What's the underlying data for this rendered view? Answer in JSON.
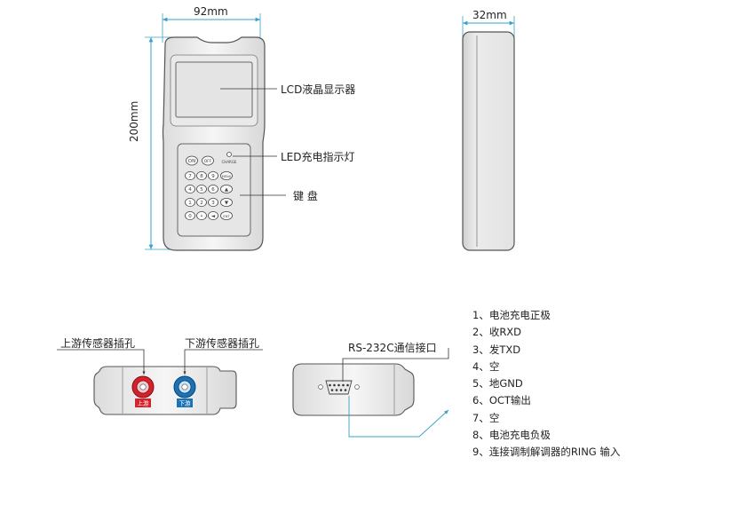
{
  "front_view": {
    "width_label": "92mm",
    "height_label": "200mm",
    "callouts": {
      "lcd": "LCD液晶显示器",
      "led": "LED充电指示灯",
      "keyboard": "键 盘"
    },
    "keys": {
      "on": "ON",
      "off": "OFF",
      "row1": [
        "7",
        "8",
        "9",
        "MENU"
      ],
      "row2": [
        "4",
        "5",
        "6",
        "▲"
      ],
      "row3": [
        "1",
        "2",
        "3",
        "▼"
      ],
      "row4": [
        "0",
        "•",
        "◄",
        "ENT"
      ]
    },
    "led_text": "CHARGE"
  },
  "side_view": {
    "thickness_label": "32mm"
  },
  "bottom_view": {
    "upstream_label": "上游传感器插孔",
    "downstream_label": "下游传感器插孔",
    "upstream_tag": "上游",
    "downstream_tag": "下游",
    "upstream_color": "#d8212a",
    "downstream_color": "#1a73b8"
  },
  "connector_view": {
    "label": "RS-232C通信接口"
  },
  "pin_list": [
    "1、电池充电正极",
    "2、收RXD",
    "3、发TXD",
    "4、空",
    "5、地GND",
    "6、OCT输出",
    "7、空",
    "8、电池充电负极",
    "9、连接调制解调器的RING 输入"
  ],
  "colors": {
    "device_fill": "#f0f0f0",
    "device_stroke": "#555555",
    "dimension_line": "#3aa0c8",
    "screen_fill": "#e4e4e4"
  }
}
